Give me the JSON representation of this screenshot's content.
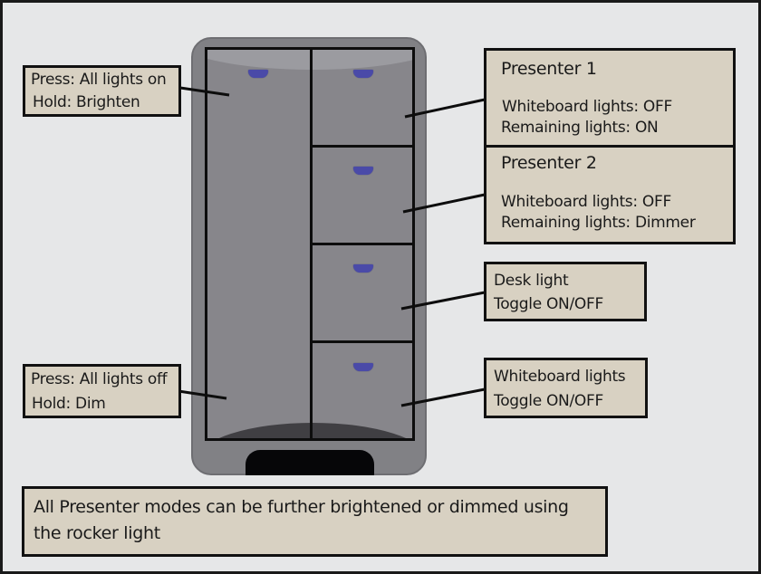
{
  "diagram": {
    "subject": "Lighting control keypad",
    "colors": {
      "background": "#e6e7e8",
      "callout_fill": "#d8d1c2",
      "device_body": "#818185",
      "button_face": "#87868b",
      "indicator_led": "#4a4aa8",
      "border": "#111111"
    },
    "left_column_button": {
      "top_callout": {
        "line1": "Press: All lights on",
        "line2": "Hold: Brighten"
      },
      "bottom_callout": {
        "line1": "Press: All lights off",
        "line2": "Hold: Dim"
      }
    },
    "right_column_buttons": [
      {
        "title": "Presenter 1",
        "line1": "Whiteboard lights: OFF",
        "line2": "Remaining lights: ON"
      },
      {
        "title": "Presenter 2",
        "line1": "Whiteboard lights: OFF",
        "line2": "Remaining lights: Dimmer"
      },
      {
        "line1": "Desk light",
        "line2": "Toggle ON/OFF"
      },
      {
        "line1": "Whiteboard lights",
        "line2": "Toggle ON/OFF"
      }
    ],
    "icons": {
      "led": "indicator-led-icon",
      "rocker": "rocker-switch-icon"
    },
    "footer_note": {
      "line1": "All Presenter modes can be further brightened or dimmed using",
      "line2": "the rocker light"
    }
  }
}
